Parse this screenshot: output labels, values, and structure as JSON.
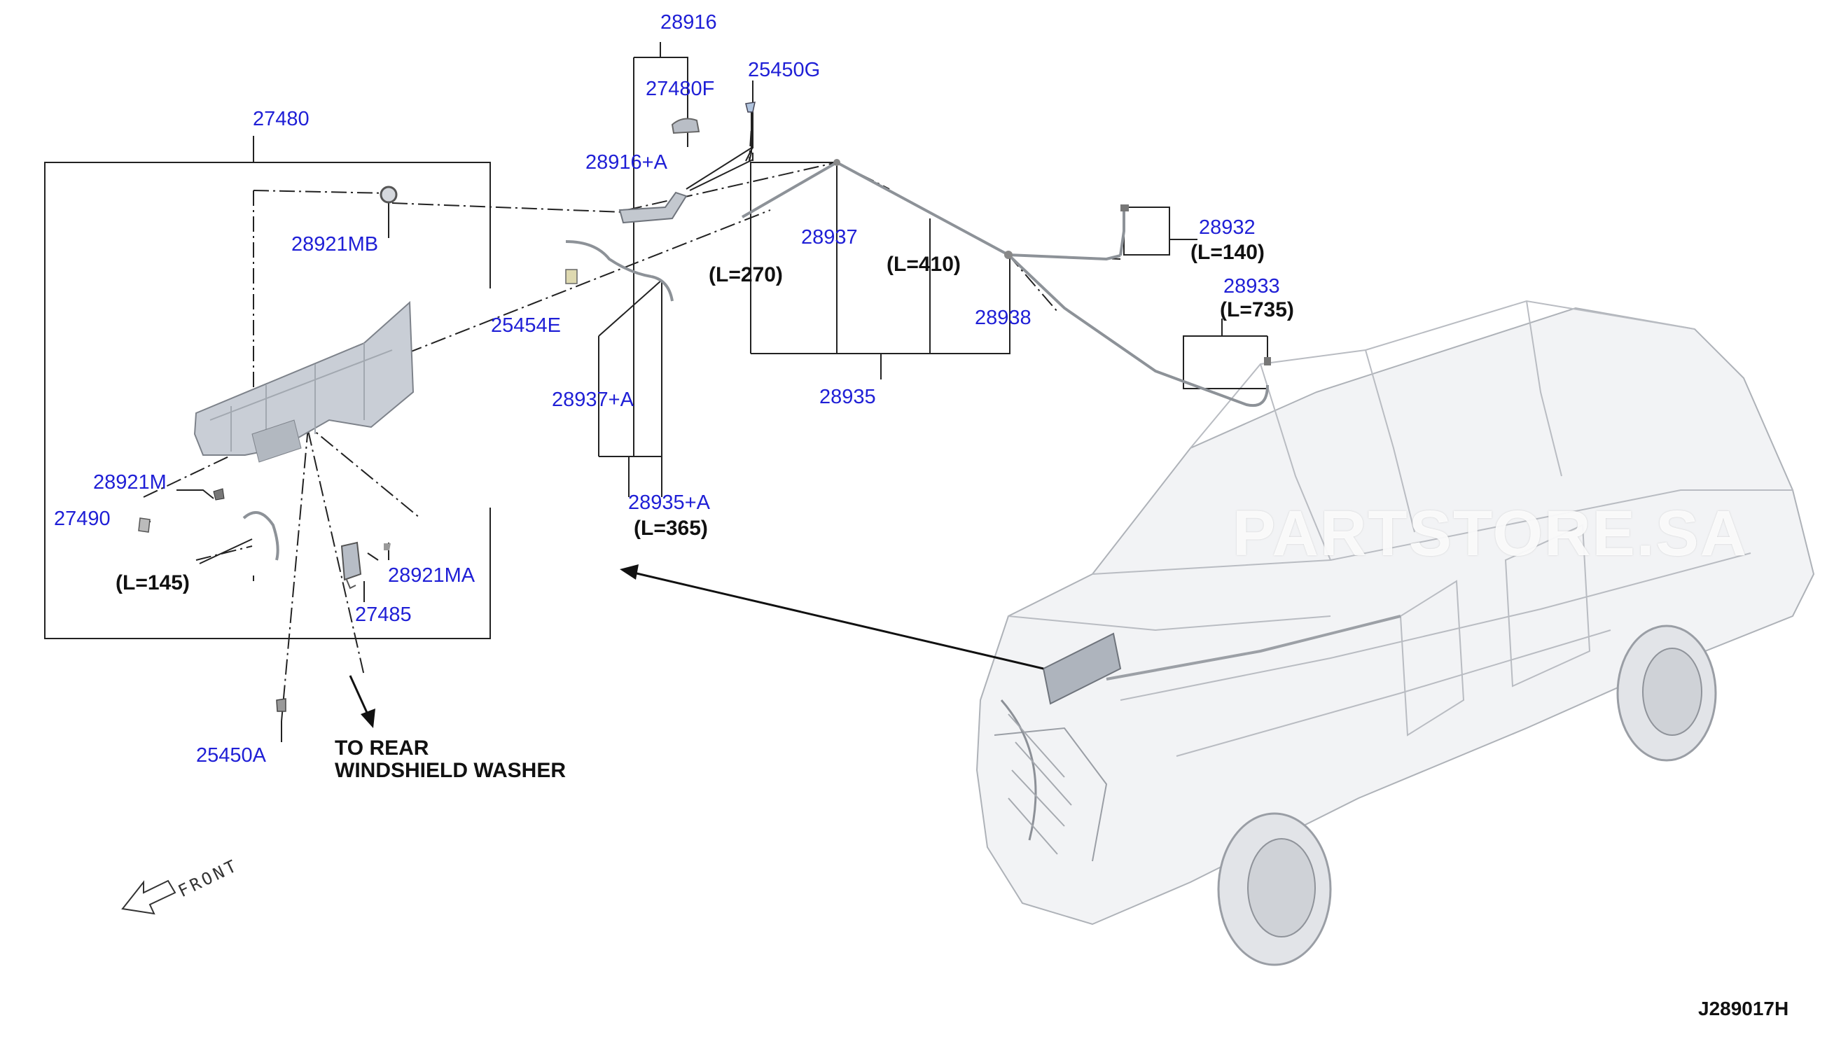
{
  "diagram": {
    "callouts": {
      "p28916": "28916",
      "p27480F": "27480F",
      "p25450G": "25450G",
      "p27480": "27480",
      "p28916A": "28916+A",
      "p28921MB": "28921MB",
      "p28937": "28937",
      "p28932": "28932",
      "p25454E": "25454E",
      "p28938": "28938",
      "p28933": "28933",
      "p28937A": "28937+A",
      "p28935": "28935",
      "p28921M": "28921M",
      "p27490": "27490",
      "p28935A": "28935+A",
      "p28921MA": "28921MA",
      "p27485": "27485",
      "p25450A": "25450A"
    },
    "lengths": {
      "l270": "(L=270)",
      "l410": "(L=410)",
      "l140": "(L=140)",
      "l735": "(L=735)",
      "l145": "(L=145)",
      "l365": "(L=365)"
    },
    "notes": {
      "rear_line1": "TO REAR",
      "rear_line2": "WINDSHIELD WASHER",
      "front": "FRONT"
    },
    "watermark": "PARTSTORE.SA",
    "diagram_code": "J289017H"
  },
  "colors": {
    "callout": "#1f1fd6",
    "line": "#222222",
    "part": "#c9ced6"
  }
}
